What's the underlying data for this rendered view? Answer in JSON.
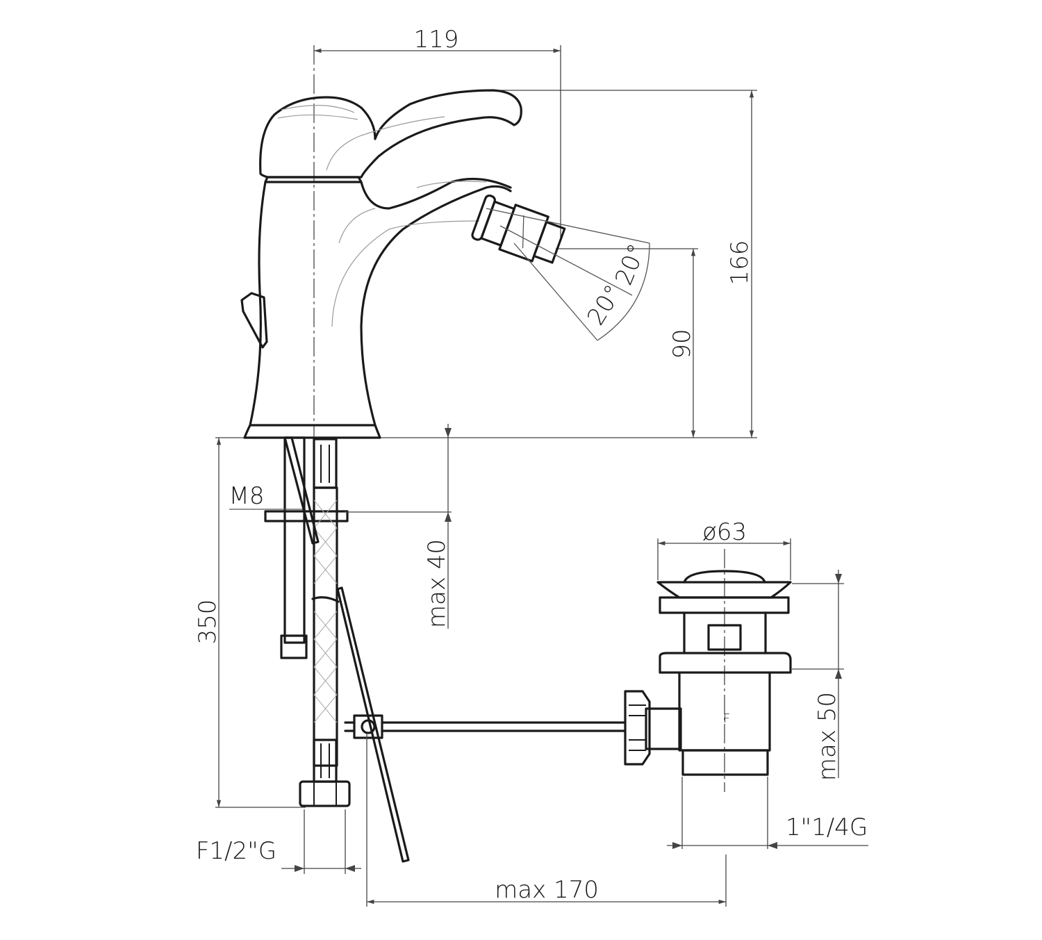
{
  "drawing": {
    "dimensions": {
      "spout_reach": "119",
      "total_height": "166",
      "spout_height": "90",
      "spray_angle_upper": "20°",
      "spray_angle_lower": "20°",
      "stud_thread": "M8",
      "max_deck_thickness": "max 40",
      "hose_length": "350",
      "hose_connection": "F1/2\"G",
      "drain_diameter": "ø63",
      "drain_max_thickness": "max 50",
      "drain_thread": "1\"1/4G",
      "rod_max_length": "max 170"
    },
    "drain_mark": "F"
  }
}
